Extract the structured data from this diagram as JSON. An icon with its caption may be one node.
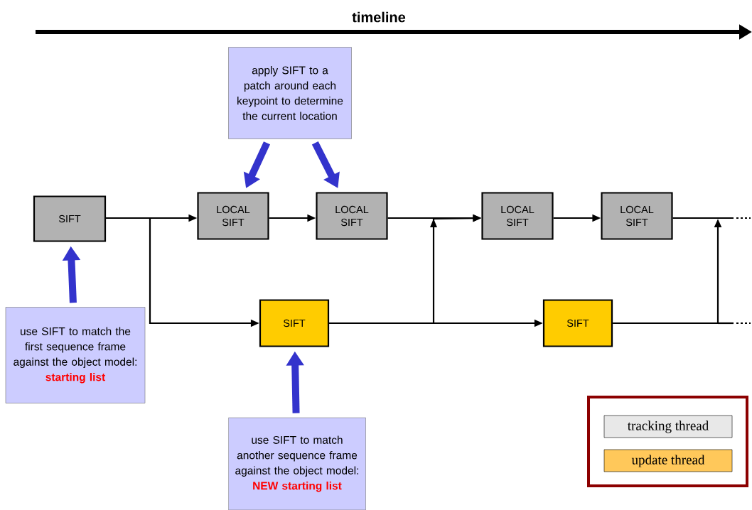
{
  "diagram": {
    "title": "timeline",
    "nodes": [
      {
        "text": [
          "SIFT"
        ]
      },
      {
        "text": [
          "LOCAL SIFT"
        ]
      },
      {
        "text": [
          "LOCAL SIFT"
        ]
      },
      {
        "text": [
          "LOCAL SIFT"
        ]
      },
      {
        "text": [
          "LOCAL SIFT"
        ]
      },
      {
        "text": [
          "SIFT"
        ]
      },
      {
        "text": [
          "SIFT"
        ]
      },
      {
        "text": [
          "apply SIFT to a patch around each keypoint to determine the current location"
        ]
      },
      {
        "text": [
          "use SIFT to match the first sequence frame against the object model:",
          "starting list"
        ]
      },
      {
        "text": [
          "use SIFT to match another sequence frame against the object model:",
          "NEW starting list"
        ]
      }
    ],
    "edges": [
      {
        "from": 0,
        "to": 1,
        "arrow": "to"
      },
      {
        "from": 0,
        "to": 5,
        "arrow": "to"
      },
      {
        "from": 1,
        "to": 2,
        "arrow": "to"
      },
      {
        "from": 2,
        "to": 3,
        "arrow": "to"
      },
      {
        "from": 5,
        "to": 3,
        "arrow": "to"
      },
      {
        "from": 3,
        "to": 4,
        "arrow": "to"
      },
      {
        "from": 5,
        "to": 6,
        "arrow": "to"
      },
      {
        "from": 4,
        "to": null,
        "arrow": "none"
      },
      {
        "from": 6,
        "to": null,
        "arrow": "to"
      },
      {
        "from": 8,
        "to": 0,
        "arrow": "to",
        "style": "thick",
        "color": "#3333cc"
      },
      {
        "from": 7,
        "to": 1,
        "arrow": "to",
        "style": "thick",
        "color": "#3333cc"
      },
      {
        "from": 7,
        "to": 2,
        "arrow": "to",
        "style": "thick",
        "color": "#3333cc"
      },
      {
        "from": 9,
        "to": 5,
        "arrow": "to",
        "style": "thick",
        "color": "#3333cc"
      }
    ],
    "legend": [
      {
        "text": "tracking thread",
        "color": "#e8e8e8"
      },
      {
        "text": "update thread",
        "color": "#ffc85a"
      }
    ]
  }
}
